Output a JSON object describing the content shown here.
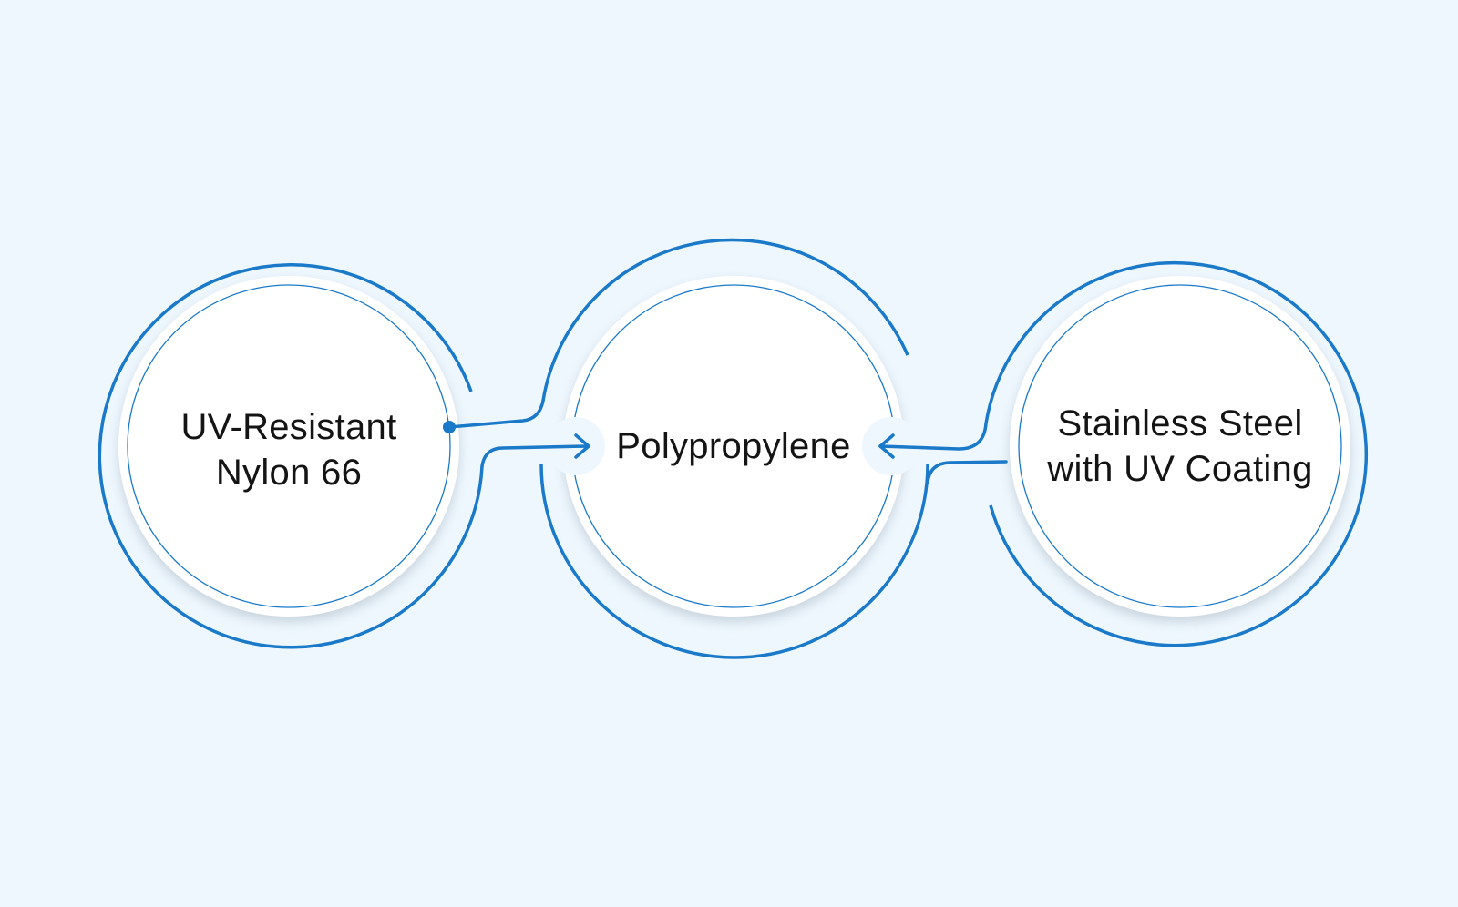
{
  "nodes": [
    {
      "id": "nylon",
      "lines": [
        "UV-Resistant",
        "Nylon 66"
      ]
    },
    {
      "id": "polypropylene",
      "lines": [
        "Polypropylene"
      ]
    },
    {
      "id": "steel",
      "lines": [
        "Stainless Steel",
        "with UV Coating"
      ]
    }
  ],
  "colors": {
    "background": "#eef7fe",
    "accent": "#1a79c9",
    "circle_fill": "#ffffff",
    "text": "#141414"
  }
}
